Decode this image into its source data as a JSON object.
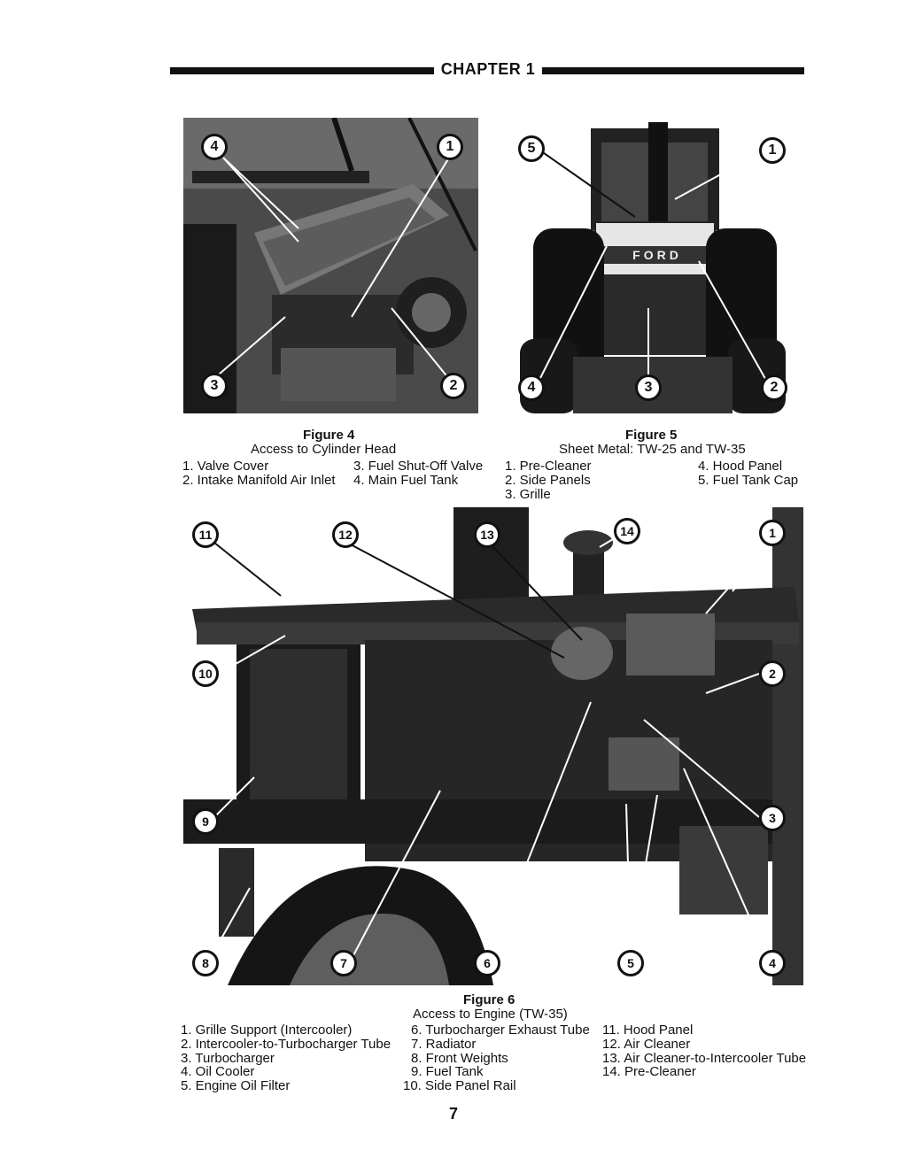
{
  "header": {
    "chapter": "CHAPTER 1"
  },
  "figure4": {
    "title": "Figure 4",
    "subtitle": "Access to Cylinder Head",
    "items": [
      "1. Valve Cover",
      "2. Intake Manifold Air Inlet",
      "3. Fuel Shut-Off Valve",
      "4. Main Fuel Tank"
    ],
    "callouts": [
      "4",
      "1",
      "3",
      "2"
    ]
  },
  "figure5": {
    "title": "Figure 5",
    "subtitle": "Sheet Metal: TW-25 and TW-35",
    "items": [
      "1. Pre-Cleaner",
      "2. Side Panels",
      "3. Grille",
      "4. Hood Panel",
      "5. Fuel Tank Cap"
    ],
    "callouts": [
      "5",
      "1",
      "4",
      "3",
      "2"
    ],
    "grille_text": "FORD"
  },
  "figure6": {
    "title": "Figure 6",
    "subtitle": "Access to Engine (TW-35)",
    "items": [
      "1. Grille Support (Intercooler)",
      "2. Intercooler-to-Turbocharger Tube",
      "3. Turbocharger",
      "4. Oil Cooler",
      "5. Engine Oil Filter",
      "6. Turbocharger Exhaust Tube",
      "7. Radiator",
      "8. Front Weights",
      "9. Fuel Tank",
      "10. Side Panel Rail",
      "11. Hood Panel",
      "12. Air Cleaner",
      "13. Air Cleaner-to-Intercooler Tube",
      "14. Pre-Cleaner"
    ],
    "callouts": [
      "11",
      "12",
      "13",
      "14",
      "1",
      "10",
      "2",
      "9",
      "3",
      "8",
      "7",
      "6",
      "5",
      "4"
    ]
  },
  "page": {
    "number": "7"
  }
}
